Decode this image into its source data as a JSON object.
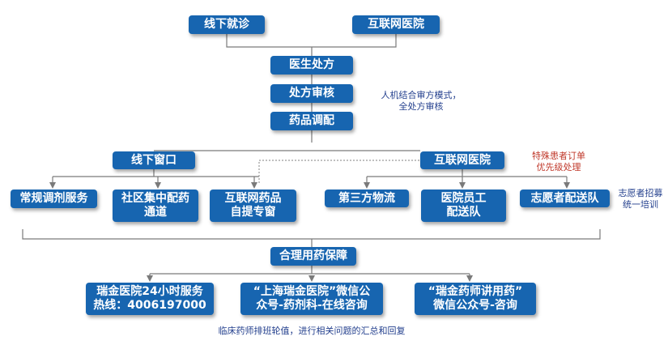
{
  "colors": {
    "box": "#1765b0",
    "line": "#7a7a7a",
    "note": "#24408e",
    "highlight": "#c0392b"
  },
  "nodes": {
    "offline_visit": "线下就诊",
    "internet_hospital_top": "互联网医院",
    "prescription": "医生处方",
    "review": "处方审核",
    "dispensing": "药品调配",
    "offline_window": "线下窗口",
    "internet_hospital_mid": "互联网医院",
    "regular_service": "常规调剂服务",
    "community_channel": "社区集中配药\n通道",
    "self_pickup": "互联网药品\n自提专窗",
    "third_party": "第三方物流",
    "staff_delivery": "医院员工\n配送队",
    "volunteer_delivery": "志愿者配送队",
    "rational_use": "合理用药保障",
    "hotline": "瑞金医院24小时服务\n热线：4006197000",
    "wechat_consult": "“上海瑞金医院”微信公\n众号-药剂科-在线咨询",
    "wechat_pharmacist": "“瑞金药师讲用药”\n微信公众号-咨询"
  },
  "notes": {
    "review_mode": "人机结合审方模式，\n全处方审核",
    "priority": "特殊患者订单\n优先级处理",
    "volunteer_training": "志愿者招募\n统一培训",
    "footer": "临床药师排班轮值，进行相关问题的汇总和回复"
  }
}
